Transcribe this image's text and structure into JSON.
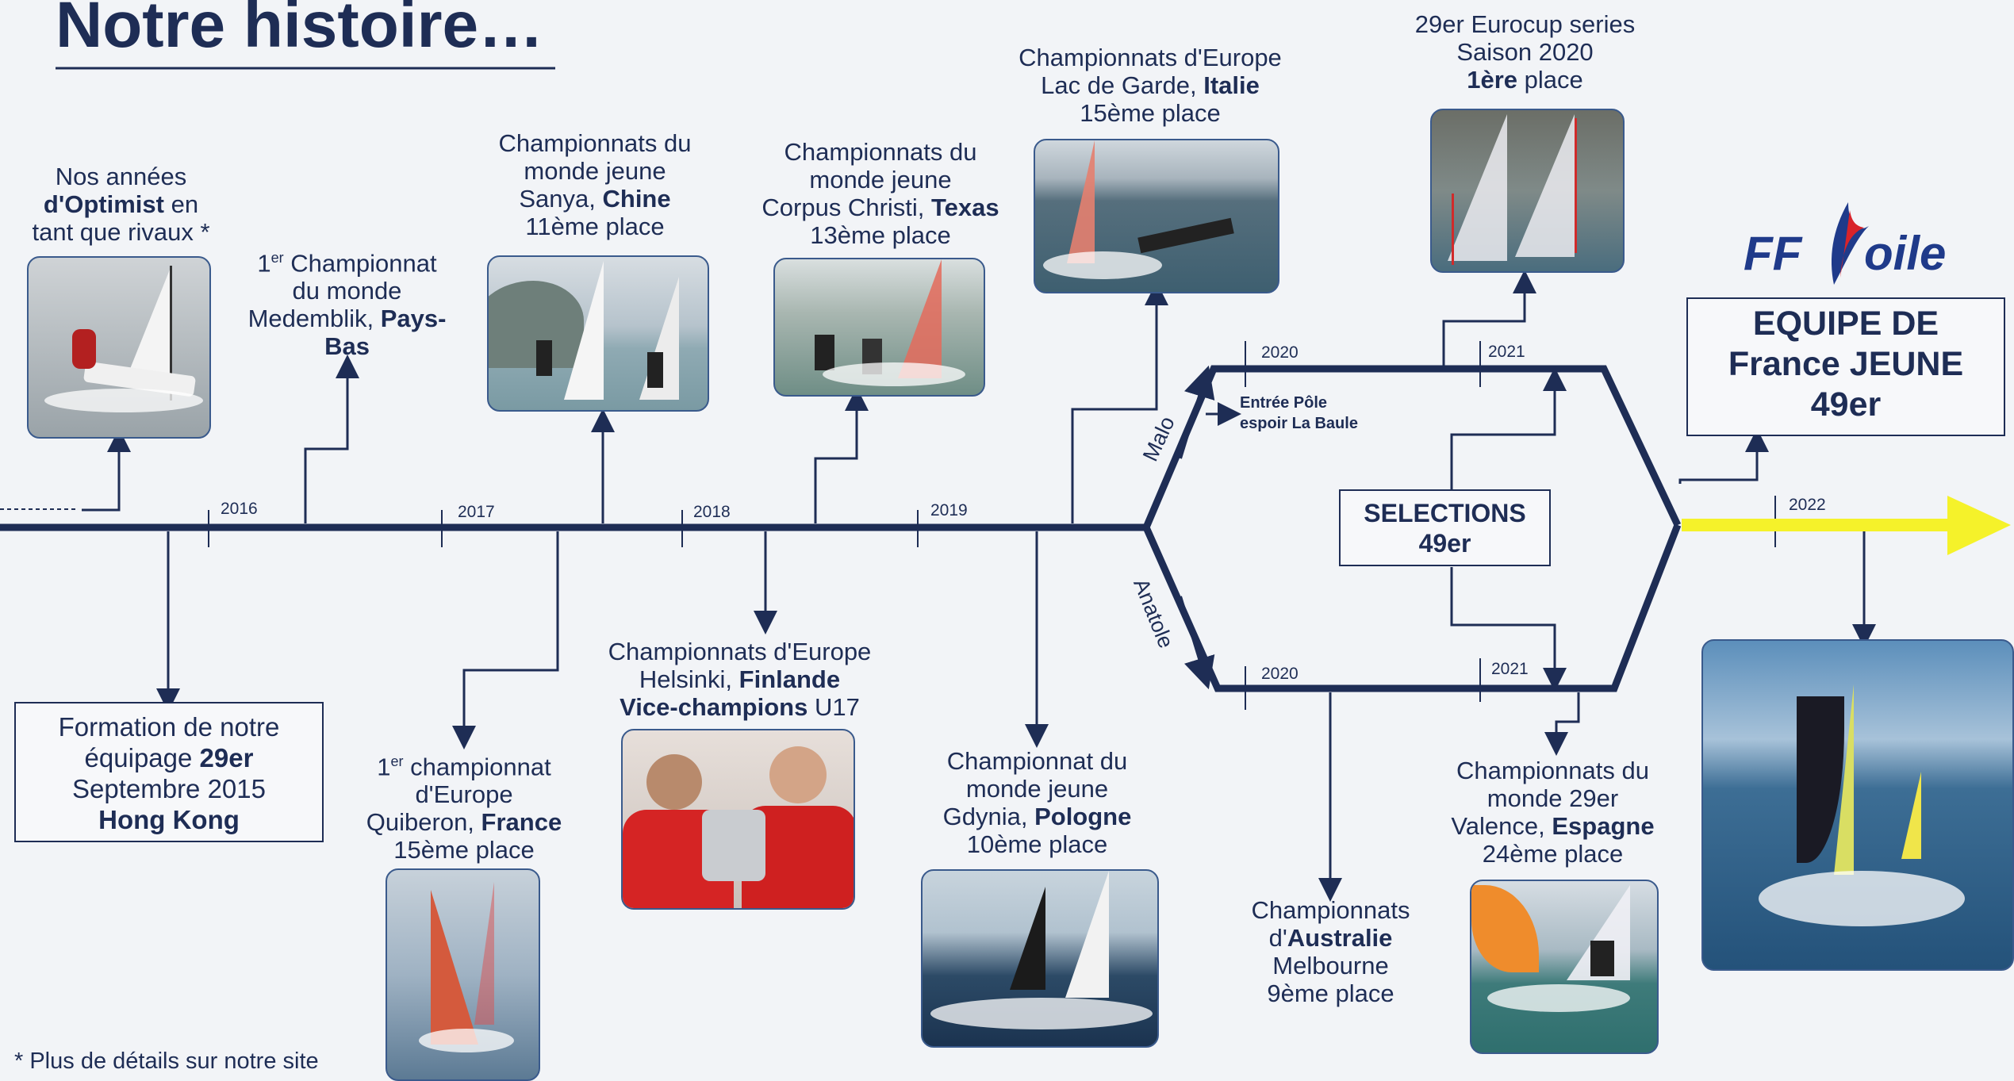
{
  "title": "Notre histoire…",
  "footnote": "* Plus de détails sur notre site",
  "logo": {
    "text_ff": "FF",
    "text_voile": "oile"
  },
  "years": {
    "y2016": "2016",
    "y2017": "2017",
    "y2018": "2018",
    "y2019": "2019",
    "y2020a": "2020",
    "y2021a": "2021",
    "y2020b": "2020",
    "y2021b": "2021",
    "y2022": "2022"
  },
  "branches": {
    "upper": "Malo",
    "lower": "Anatole"
  },
  "events": {
    "optimist": {
      "l1": "Nos années",
      "l2b": "d'Optimist",
      "l2": " en",
      "l3": "tant que rivaux *"
    },
    "medemblik": {
      "sup": "er",
      "l1": "1",
      "l1b": " Championnat",
      "l2": "du monde",
      "l3": "Medemblik, ",
      "l3b": "Pays-",
      "l4b": "Bas"
    },
    "sanya": {
      "l1": "Championnats du",
      "l2": "monde jeune",
      "l3": "Sanya, ",
      "l3b": "Chine",
      "l4": "11ème place"
    },
    "corpus": {
      "l1": "Championnats du",
      "l2": "monde jeune",
      "l3": "Corpus Christi, ",
      "l3b": "Texas",
      "l4": "13ème place"
    },
    "garde": {
      "l1": "Championnats d'Europe",
      "l2": "Lac de Garde, ",
      "l2b": "Italie",
      "l3": "15ème place"
    },
    "eurocup": {
      "l1": "29er Eurocup series",
      "l2": "Saison 2020",
      "l3b": "1ère",
      "l3": " place"
    },
    "formation": {
      "l1": "Formation de notre",
      "l2": "équipage ",
      "l2b": "29er",
      "l3": "Septembre 2015",
      "l4b": "Hong Kong"
    },
    "quiberon": {
      "sup": "er",
      "l1": "1",
      "l1b": " championnat",
      "l2": "d'Europe",
      "l3": "Quiberon, ",
      "l3b": "France",
      "l4": "15ème place"
    },
    "helsinki": {
      "l1": "Championnats d'Europe",
      "l2": "Helsinki, ",
      "l2b": "Finlande",
      "l3b": "Vice-champions",
      "l3": " U17"
    },
    "gdynia": {
      "l1": "Championnat du",
      "l2": "monde jeune",
      "l3": "Gdynia, ",
      "l3b": "Pologne",
      "l4": "10ème place"
    },
    "australie": {
      "l1": "Championnats",
      "l2": "d'",
      "l2b": "Australie",
      "l3": "Melbourne",
      "l4": "9ème place"
    },
    "valence": {
      "l1": "Championnats du",
      "l2": "monde 29er",
      "l3": "Valence, ",
      "l3b": "Espagne",
      "l4": "24ème place"
    },
    "pole": {
      "l1": "Entrée Pôle",
      "l2": "espoir La Baule"
    },
    "selections": {
      "l1": "SELECTIONS",
      "l2": "49er"
    },
    "equipe": {
      "l1": "EQUIPE DE",
      "l2": "France JEUNE",
      "l3": "49er"
    }
  },
  "colors": {
    "navy": "#1e2d55",
    "highlight": "#f5f22a",
    "logo_blue": "#1f3a8a",
    "logo_red": "#d8232a"
  }
}
